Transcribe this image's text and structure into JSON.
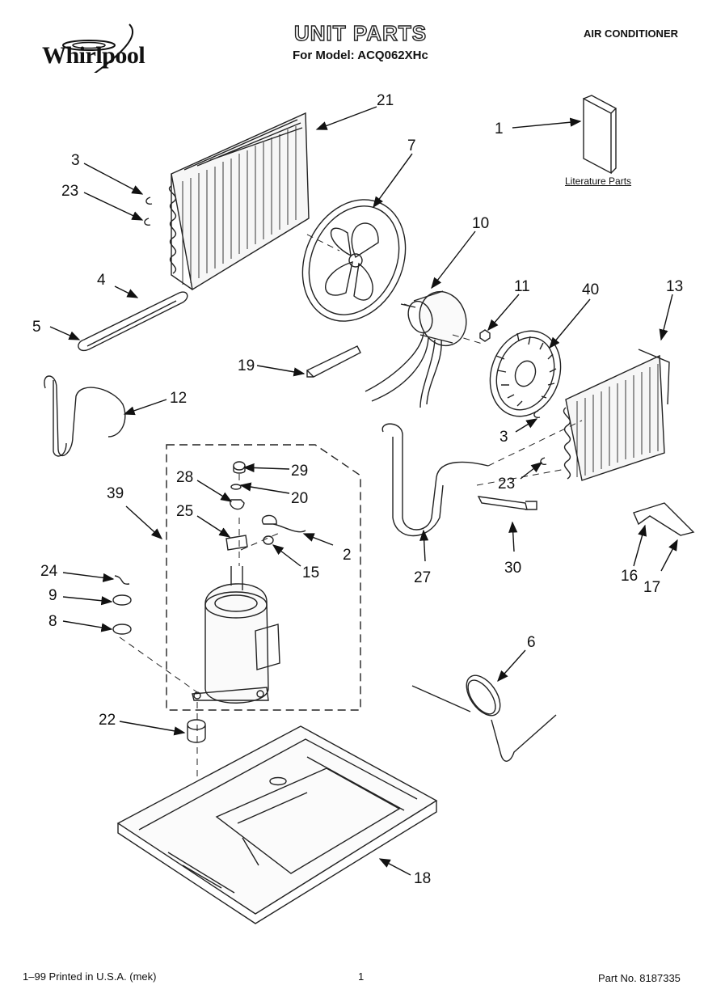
{
  "header": {
    "brand": "Whirlpool",
    "title": "UNIT PARTS",
    "model_line": "For Model: ACQ062XHc",
    "category": "AIR CONDITIONER"
  },
  "literature_label": "Literature Parts",
  "callouts": [
    "1",
    "2",
    "3",
    "3",
    "4",
    "5",
    "6",
    "7",
    "8",
    "9",
    "10",
    "11",
    "12",
    "13",
    "15",
    "16",
    "17",
    "18",
    "19",
    "20",
    "21",
    "22",
    "23",
    "23",
    "24",
    "25",
    "27",
    "28",
    "29",
    "30",
    "39",
    "40"
  ],
  "footer": {
    "left": "1–99 Printed in U.S.A. (mek)",
    "page": "1",
    "right": "Part No. 8187335"
  }
}
